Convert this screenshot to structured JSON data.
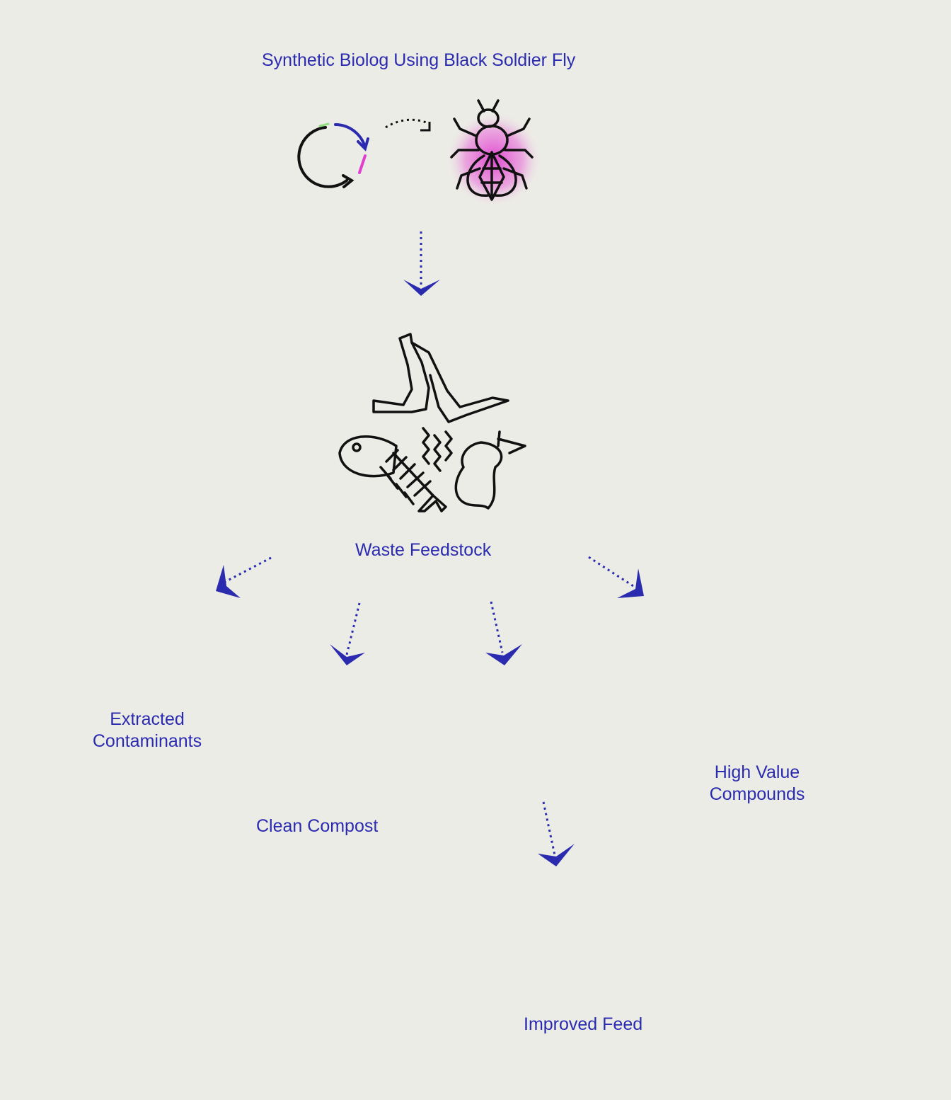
{
  "title": "Synthetic Biolog Using Black Soldier Fly",
  "nodes": {
    "waste": {
      "label": "Waste Feedstock"
    },
    "contaminants": {
      "label_lines": [
        "Extracted",
        "Contaminants"
      ]
    },
    "compost": {
      "label": "Clean Compost"
    },
    "compounds": {
      "label_lines": [
        "High Value",
        "Compounds"
      ]
    },
    "feed": {
      "label": "Improved Feed"
    }
  },
  "icons": {
    "plasmid": "plasmid-cycle-icon",
    "fly": "black-soldier-fly-icon",
    "waste": "food-waste-icon",
    "contaminants": "skull-test-tube-icon",
    "compost": "compost-bag-icon",
    "larva": "larva-icon",
    "compounds": "molecules-barrel-icon",
    "feed": "shrimp-fish-icon"
  },
  "colors": {
    "accent": "#2b2bb0",
    "ink": "#111111",
    "highlight": "#e040d0",
    "background": "#ecece6"
  }
}
